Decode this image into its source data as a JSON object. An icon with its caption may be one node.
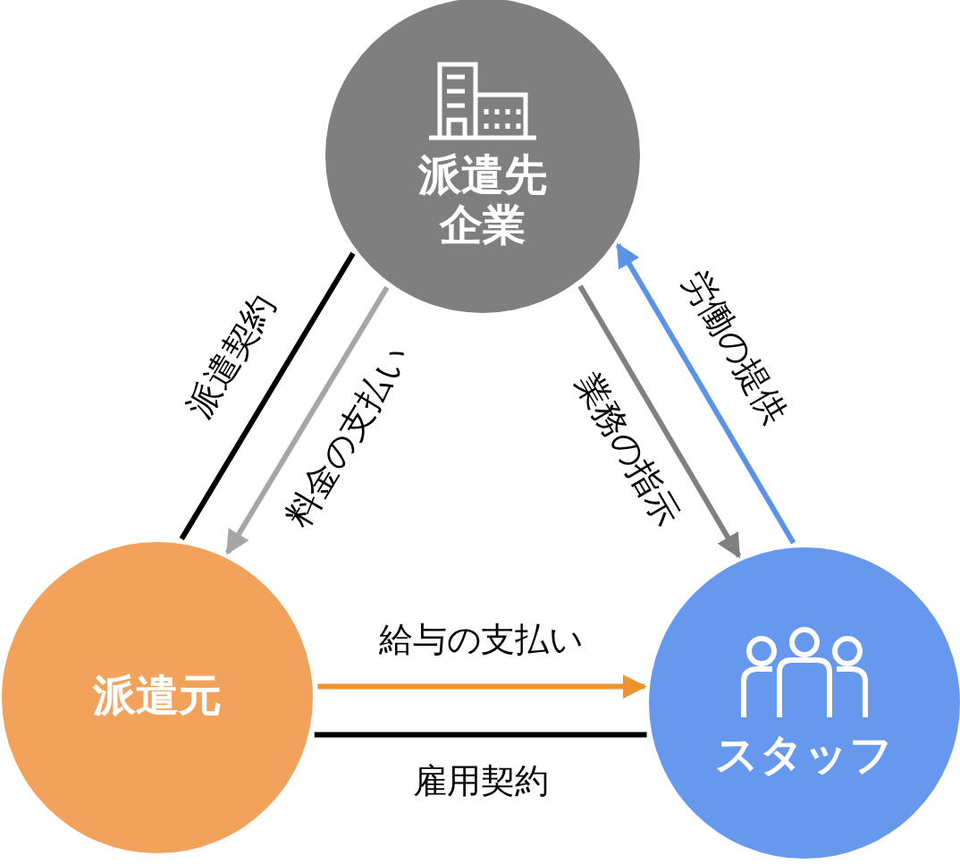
{
  "diagram": {
    "nodes": [
      {
        "text": [
          "派遣先企業"
        ]
      },
      {
        "text": [
          "派遣元"
        ]
      },
      {
        "text": [
          "スタッフ"
        ]
      }
    ],
    "edges": [
      {
        "from": 0,
        "to": 1,
        "arrow": "none",
        "label": "派遣契約",
        "color": "#000000"
      },
      {
        "from": 0,
        "to": 1,
        "arrow": "to",
        "label": "料金の支払い",
        "color": "#a6a6a6"
      },
      {
        "from": 0,
        "to": 2,
        "arrow": "to",
        "label": "業務の指示",
        "color": "#808080"
      },
      {
        "from": 2,
        "to": 0,
        "arrow": "to",
        "label": "労働の提供",
        "color": "#5b94e6"
      },
      {
        "from": 1,
        "to": 2,
        "arrow": "to",
        "label": "給与の支払い",
        "color": "#f0922e"
      },
      {
        "from": 1,
        "to": 2,
        "arrow": "none",
        "label": "雇用契約",
        "color": "#000000"
      }
    ]
  }
}
